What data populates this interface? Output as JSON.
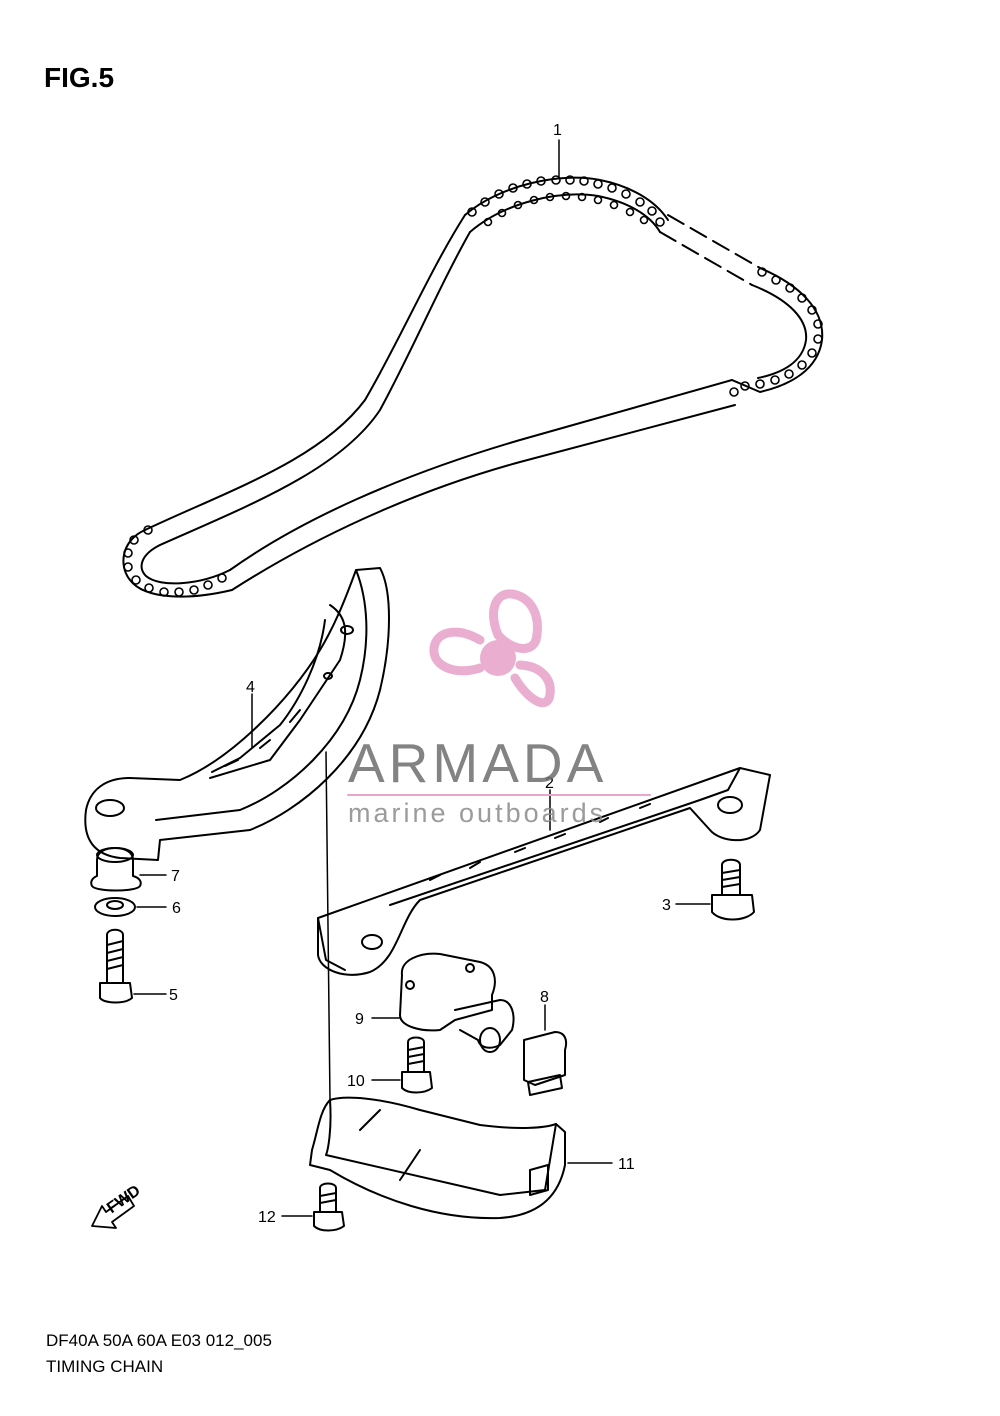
{
  "figure": {
    "title": "FIG.5"
  },
  "callouts": {
    "c1": "1",
    "c2": "2",
    "c3": "3",
    "c4": "4",
    "c5": "5",
    "c6": "6",
    "c7": "7",
    "c8": "8",
    "c9": "9",
    "c10": "10",
    "c11": "11",
    "c12": "12"
  },
  "fwd_label": "FWD",
  "watermark": {
    "brand": "ARMADA",
    "tagline": "marine outboards",
    "color": "#e8a6cc"
  },
  "footer": {
    "model_code": "DF40A 50A 60A E03 012_005",
    "section_name": "TIMING CHAIN"
  }
}
